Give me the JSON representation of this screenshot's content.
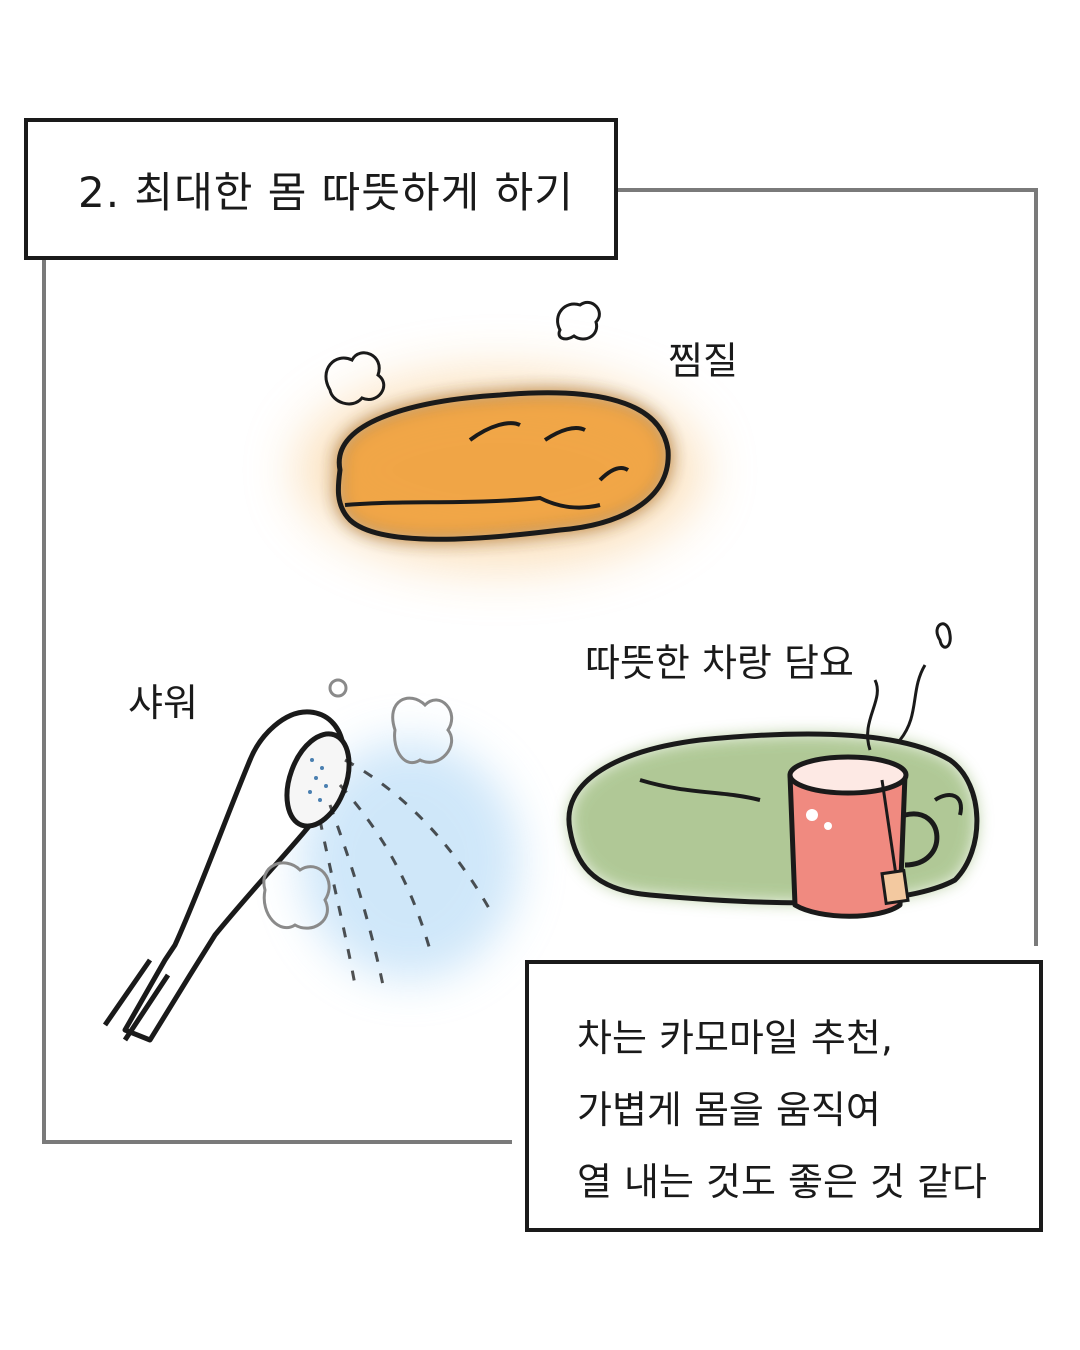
{
  "title": "2. 최대한 몸 따뜻하게 하기",
  "labels": {
    "jjimjil": "찜질",
    "shower": "샤워",
    "tea_blanket": "따뜻한 차랑 담요"
  },
  "caption": {
    "lines": [
      "차는 카모마일 추천,",
      "가볍게 몸을 움직여",
      "열 내는 것도 좋은 것 같다"
    ]
  },
  "colors": {
    "heat_pack": "#f0a03a",
    "blanket": "#8fb26a",
    "mug": "#f08a80",
    "water": "#a9d4f5",
    "frame": "#7a7a7a"
  }
}
